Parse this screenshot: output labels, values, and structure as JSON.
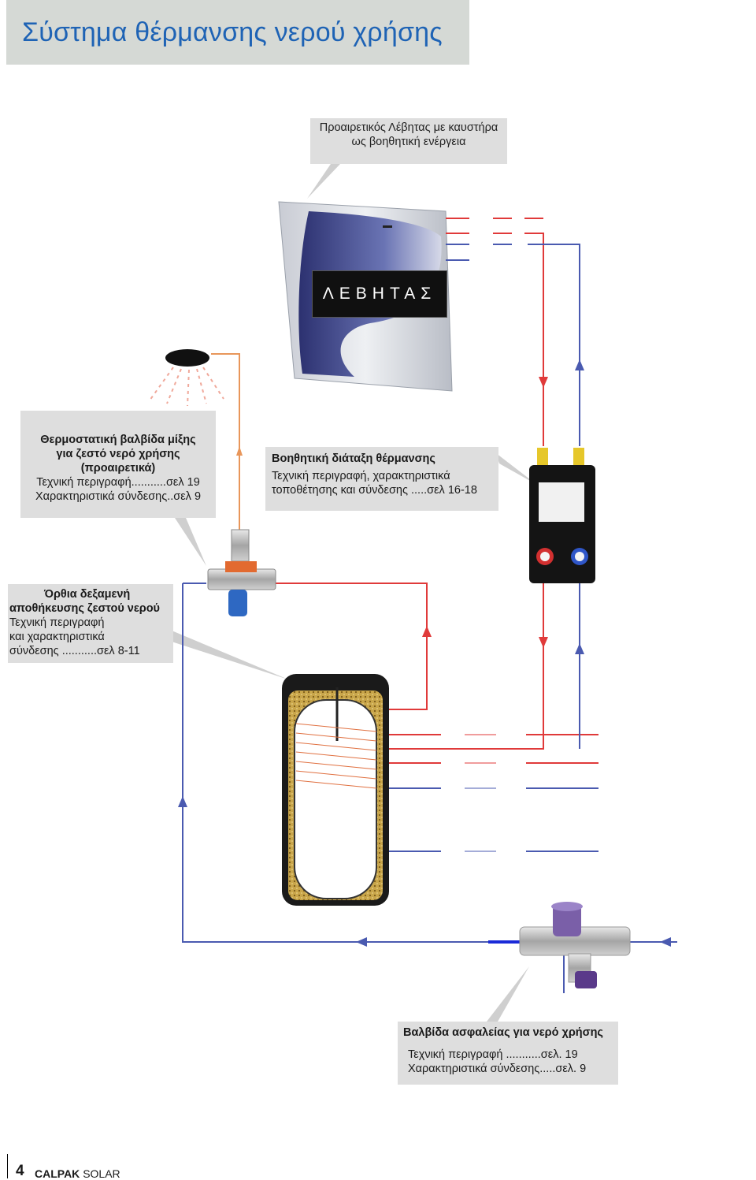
{
  "page_title": "Σύστημα θέρμανσης νερού χρήσης",
  "boiler": {
    "callout_line1": "Προαιρετικός Λέβητας με καυστήρα",
    "callout_line2": "ως βοηθητική ενέργεια",
    "label": "ΛΕΒΗΤΑΣ"
  },
  "thermostatic_valve": {
    "title_line1": "Θερμοστατική βαλβίδα μίξης",
    "title_line2": "για ζεστό  νερό χρήσης",
    "title_line3": "(προαιρετικά)",
    "desc_line1": "Τεχνική περιγραφή...........σελ 19",
    "desc_line2": "Χαρακτηριστικά σύνδεσης..σελ 9"
  },
  "aux_heating": {
    "title": "Βοηθητική διάταξη θέρμανσης",
    "desc_line1": "Τεχνική περιγραφή, χαρακτηριστικά",
    "desc_line2": "τοποθέτησης και σύνδεσης .....σελ 16-18"
  },
  "tank": {
    "title_line1": "Όρθια δεξαμενή",
    "title_line2": "αποθήκευσης ζεστού νερού",
    "desc_line1": "Τεχνική περιγραφή",
    "desc_line2": "και χαρακτηριστικά",
    "desc_line3": "σύνδεσης ...........σελ 8-11"
  },
  "safety_valve": {
    "title": "Βαλβίδα ασφαλείας για νερό χρήσης",
    "desc_line1": "Τεχνική περιγραφή  ...........σελ. 19",
    "desc_line2": "Χαρακτηριστικά σύνδεσης.....σελ. 9"
  },
  "footer": {
    "page_number": "4",
    "brand_bold": "CALPAK",
    "brand_rest": "SOLAR"
  },
  "colors": {
    "title_text": "#1e63b5",
    "callout_bg": "#dedede",
    "title_bg": "#d5d9d5",
    "hot_pipe": "#e03a3a",
    "cold_pipe": "#4a5ab0",
    "boiler_flue": "#e8965a"
  }
}
